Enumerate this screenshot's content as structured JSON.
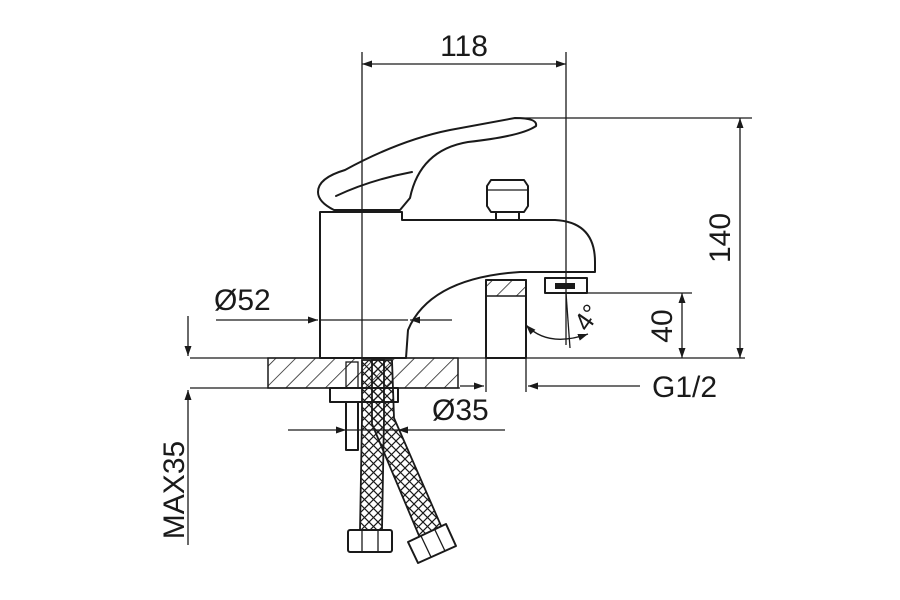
{
  "dimensions": {
    "width_top": "118",
    "height_total": "140",
    "spout_height": "40",
    "angle": "4°",
    "body_diameter": "Ø52",
    "mount_diameter": "Ø35",
    "thread": "G1/2",
    "max_thickness": "MAX35"
  },
  "colors": {
    "line": "#1a1a1a",
    "background": "#ffffff"
  }
}
